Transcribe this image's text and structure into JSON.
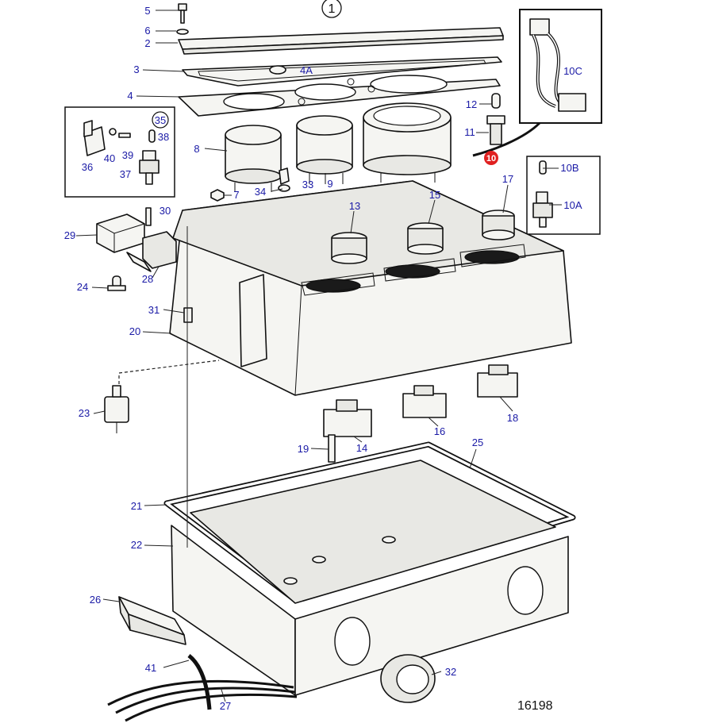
{
  "figure": {
    "view_number": "1",
    "drawing_number": "16198",
    "highlighted_part": "10",
    "colors": {
      "label": "#1a1aa6",
      "highlight": "#e02020",
      "line": "#111111"
    }
  },
  "labels": [
    "5",
    "6",
    "2",
    "3",
    "4A",
    "4",
    "12",
    "11",
    "10",
    "10C",
    "35",
    "38",
    "39",
    "40",
    "36",
    "37",
    "8",
    "9",
    "33",
    "34",
    "7",
    "17",
    "15",
    "13",
    "10B",
    "10A",
    "30",
    "29",
    "28",
    "24",
    "31",
    "20",
    "23",
    "18",
    "16",
    "14",
    "19",
    "25",
    "21",
    "22",
    "26",
    "41",
    "27",
    "32"
  ]
}
